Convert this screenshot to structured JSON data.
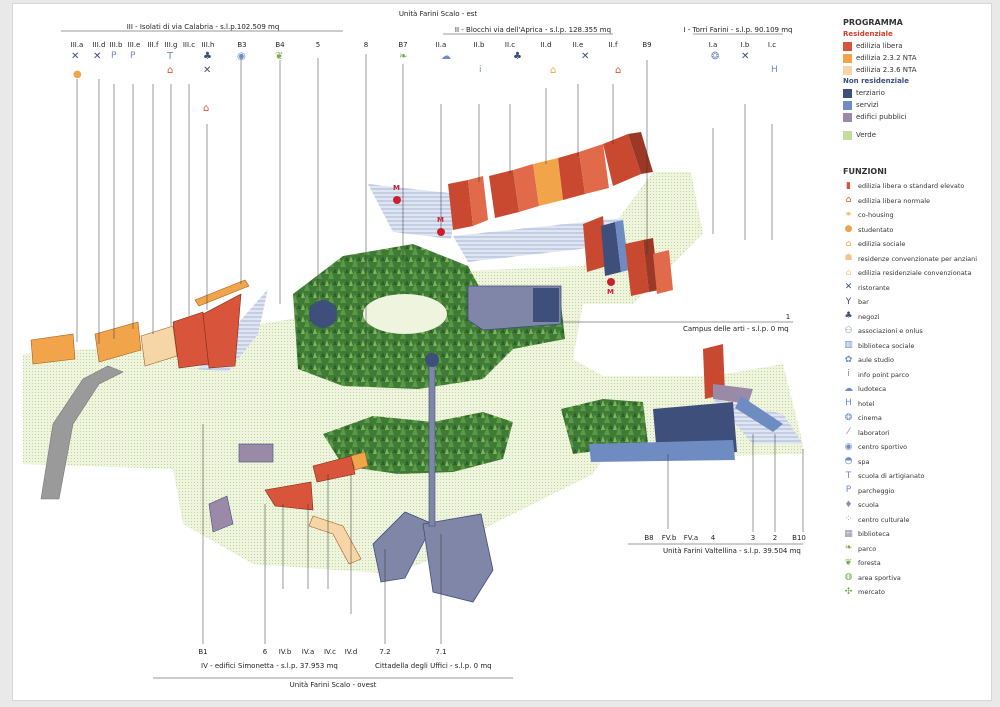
{
  "headers": {
    "top_main": "Unità Farini Scalo - est",
    "top_iii": "III - Isolati di via Calabria - s.l.p.102.509 mq",
    "top_ii": "II - Blocchi via dell'Aprica - s.l.p. 128.355 mq",
    "top_i": "I - Torri Farini - s.l.p. 90.109 mq",
    "campus": "Campus delle arti - s.l.p. 0 mq",
    "valtellina": "Unità Farini Valtellina - s.l.p. 39.504 mq",
    "simonetta": "IV - edifici Simonetta - s.l.p. 37.953 mq",
    "cittadella": "Cittadella degli Uffici - s.l.p. 0 mq",
    "bottom_main": "Unità Farini Scalo - ovest"
  },
  "top_codes": [
    "III.a",
    "III.d",
    "III.b",
    "III.e",
    "III.f",
    "III.g",
    "III.c",
    "III.h",
    "B3",
    "B4",
    "5",
    "8",
    "B7",
    "II.a",
    "II.b",
    "II.c",
    "II.d",
    "II.e",
    "II.f",
    "B9",
    "I.a",
    "I.b",
    "I.c"
  ],
  "bottom_codes": [
    "B1",
    "6",
    "IV.b",
    "IV.a",
    "IV.c",
    "IV.d",
    "7.2",
    "7.1"
  ],
  "right_codes": [
    "B8",
    "FV.b",
    "FV.a",
    "4",
    "3",
    "2",
    "B10"
  ],
  "campus_code": "1",
  "map_markers": [
    "M",
    "M",
    "M"
  ],
  "legend": {
    "title": "PROGRAMMA",
    "res_title": "Residenziale",
    "residential": [
      {
        "label": "edilizia libera",
        "color": "#d8553b"
      },
      {
        "label": "edilizia 2.3.2 NTA",
        "color": "#f2a44a"
      },
      {
        "label": "edilizia 2.3.6 NTA",
        "color": "#f6d6a6"
      }
    ],
    "nonres_title": "Non residenziale",
    "nonresidential": [
      {
        "label": "terziario",
        "color": "#3e4f7c"
      },
      {
        "label": "servizi",
        "color": "#6f8cc2"
      },
      {
        "label": "edifici pubblici",
        "color": "#9a8aa8"
      }
    ],
    "green": {
      "label": "Verde",
      "color": "#c6dc9c"
    },
    "func_title": "FUNZIONI",
    "functions": [
      {
        "label": "edilizia libera o standard elevato",
        "icon": "building-icon",
        "glyph": "▮",
        "color": "#d8553b"
      },
      {
        "label": "edilizia libera normale",
        "icon": "house-icon",
        "glyph": "⌂",
        "color": "#d8553b"
      },
      {
        "label": "co-housing",
        "icon": "cohousing-icon",
        "glyph": "⚭",
        "color": "#f2a44a"
      },
      {
        "label": "studentato",
        "icon": "student-icon",
        "glyph": "●",
        "color": "#f2a44a"
      },
      {
        "label": "edilizia sociale",
        "icon": "social-house-icon",
        "glyph": "⌂",
        "color": "#f2a44a"
      },
      {
        "label": "residenze convenzionate per anziani",
        "icon": "elderly-icon",
        "glyph": "☗",
        "color": "#f6c48a"
      },
      {
        "label": "edilizia residenziale convenzionata",
        "icon": "agreed-house-icon",
        "glyph": "⌂",
        "color": "#f6c48a"
      },
      {
        "label": "ristorante",
        "icon": "restaurant-icon",
        "glyph": "✕",
        "color": "#3e4f7c"
      },
      {
        "label": "bar",
        "icon": "bar-icon",
        "glyph": "Y",
        "color": "#3e4f7c"
      },
      {
        "label": "negozi",
        "icon": "shop-icon",
        "glyph": "♣",
        "color": "#3e4f7c"
      },
      {
        "label": "associazioni e onlus",
        "icon": "association-icon",
        "glyph": "⚇",
        "color": "#6f8cc2"
      },
      {
        "label": "biblioteca sociale",
        "icon": "social-library-icon",
        "glyph": "▥",
        "color": "#6f8cc2"
      },
      {
        "label": "aule studio",
        "icon": "study-room-icon",
        "glyph": "✿",
        "color": "#6f8cc2"
      },
      {
        "label": "info point parco",
        "icon": "info-icon",
        "glyph": "i",
        "color": "#6f8cc2"
      },
      {
        "label": "ludoteca",
        "icon": "toy-library-icon",
        "glyph": "☁",
        "color": "#6f8cc2"
      },
      {
        "label": "hotel",
        "icon": "hotel-icon",
        "glyph": "H",
        "color": "#6f8cc2"
      },
      {
        "label": "cinema",
        "icon": "cinema-icon",
        "glyph": "❂",
        "color": "#6f8cc2"
      },
      {
        "label": "laboratori",
        "icon": "lab-icon",
        "glyph": "⁄",
        "color": "#6f8cc2"
      },
      {
        "label": "centro sportivo",
        "icon": "sport-center-icon",
        "glyph": "◉",
        "color": "#6f8cc2"
      },
      {
        "label": "spa",
        "icon": "spa-icon",
        "glyph": "◓",
        "color": "#6f8cc2"
      },
      {
        "label": "scuola di artigianato",
        "icon": "craft-school-icon",
        "glyph": "T",
        "color": "#6f8cc2"
      },
      {
        "label": "parcheggio",
        "icon": "parking-icon",
        "glyph": "P",
        "color": "#6f8cc2"
      },
      {
        "label": "scuola",
        "icon": "school-icon",
        "glyph": "♦",
        "color": "#9a8aa8"
      },
      {
        "label": "centro culturale",
        "icon": "culture-icon",
        "glyph": "⁘",
        "color": "#9a8aa8"
      },
      {
        "label": "biblioteca",
        "icon": "library-icon",
        "glyph": "▦",
        "color": "#9a8aa8"
      },
      {
        "label": "parco",
        "icon": "park-icon",
        "glyph": "❧",
        "color": "#7aa84a"
      },
      {
        "label": "foresta",
        "icon": "forest-icon",
        "glyph": "❦",
        "color": "#7aa84a"
      },
      {
        "label": "area sportiva",
        "icon": "sport-area-icon",
        "glyph": "◍",
        "color": "#7aa84a"
      },
      {
        "label": "mercato",
        "icon": "market-icon",
        "glyph": "✣",
        "color": "#7aa84a"
      }
    ]
  }
}
